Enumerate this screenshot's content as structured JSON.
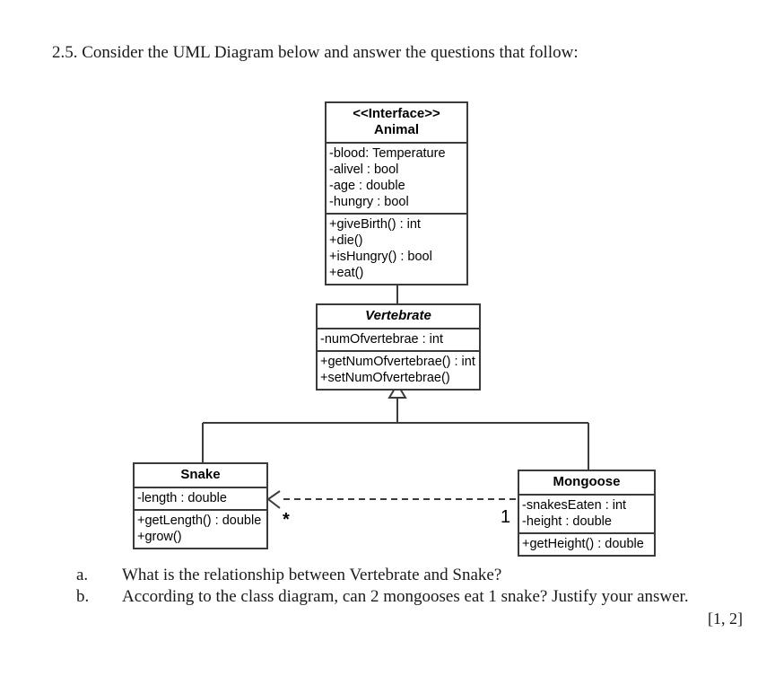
{
  "question": {
    "stem": "2.5. Consider the UML Diagram below and answer the questions that follow:",
    "sub_questions": [
      {
        "label": "a.",
        "text": "What is the relationship between Vertebrate and Snake?"
      },
      {
        "label": "b.",
        "text": "According to the class diagram, can 2 mongooses eat 1 snake? Justify your answer."
      }
    ],
    "marks": "[1, 2]"
  },
  "diagram": {
    "type": "uml-class-diagram",
    "classes": [
      {
        "id": "animal",
        "name": "<<Interface>> Animal",
        "stereotype": "<<Interface>>",
        "abstract": false,
        "attributes": [
          "-blood: Temperature",
          "-alivel : bool",
          "-age : double",
          "-hungry : bool"
        ],
        "operations": [
          "+giveBirth() : int",
          "+die()",
          "+isHungry() : bool",
          "+eat()"
        ]
      },
      {
        "id": "vertebrate",
        "name": "Vertebrate",
        "abstract": true,
        "attributes": [
          "-numOfvertebrae : int"
        ],
        "operations": [
          "+getNumOfvertebrae() : int",
          "+setNumOfvertebrae()"
        ]
      },
      {
        "id": "snake",
        "name": "Snake",
        "abstract": false,
        "attributes": [
          "-length : double"
        ],
        "operations": [
          "+getLength() : double",
          "+grow()"
        ]
      },
      {
        "id": "mongoose",
        "name": "Mongoose",
        "abstract": false,
        "attributes": [
          "-snakesEaten : int",
          "-height : double"
        ],
        "operations": [
          "+getHeight() : double"
        ]
      }
    ],
    "relationships": [
      {
        "id": "gen-vertebrate-animal",
        "type": "generalization",
        "from": "Vertebrate",
        "to": "Animal",
        "style": "solid",
        "arrowhead": "hollow-triangle"
      },
      {
        "id": "gen-snake-vertebrate",
        "type": "generalization",
        "from": "Snake",
        "to": "Vertebrate",
        "style": "solid",
        "arrowhead": "hollow-triangle"
      },
      {
        "id": "gen-mongoose-vertebrate",
        "type": "generalization",
        "from": "Mongoose",
        "to": "Vertebrate",
        "style": "solid",
        "arrowhead": "hollow-triangle"
      },
      {
        "id": "dep-mongoose-snake",
        "type": "dependency",
        "from": "Mongoose",
        "to": "Snake",
        "style": "dashed",
        "arrowhead": "open-arrow",
        "source_multiplicity": "1",
        "target_multiplicity": "*"
      }
    ],
    "multiplicities": {
      "snake_end": "*",
      "mongoose_end": "1"
    },
    "colors": {
      "border": "#3b3b3b",
      "line": "#3b3b3b",
      "background": "#ffffff",
      "text": "#000000"
    }
  }
}
